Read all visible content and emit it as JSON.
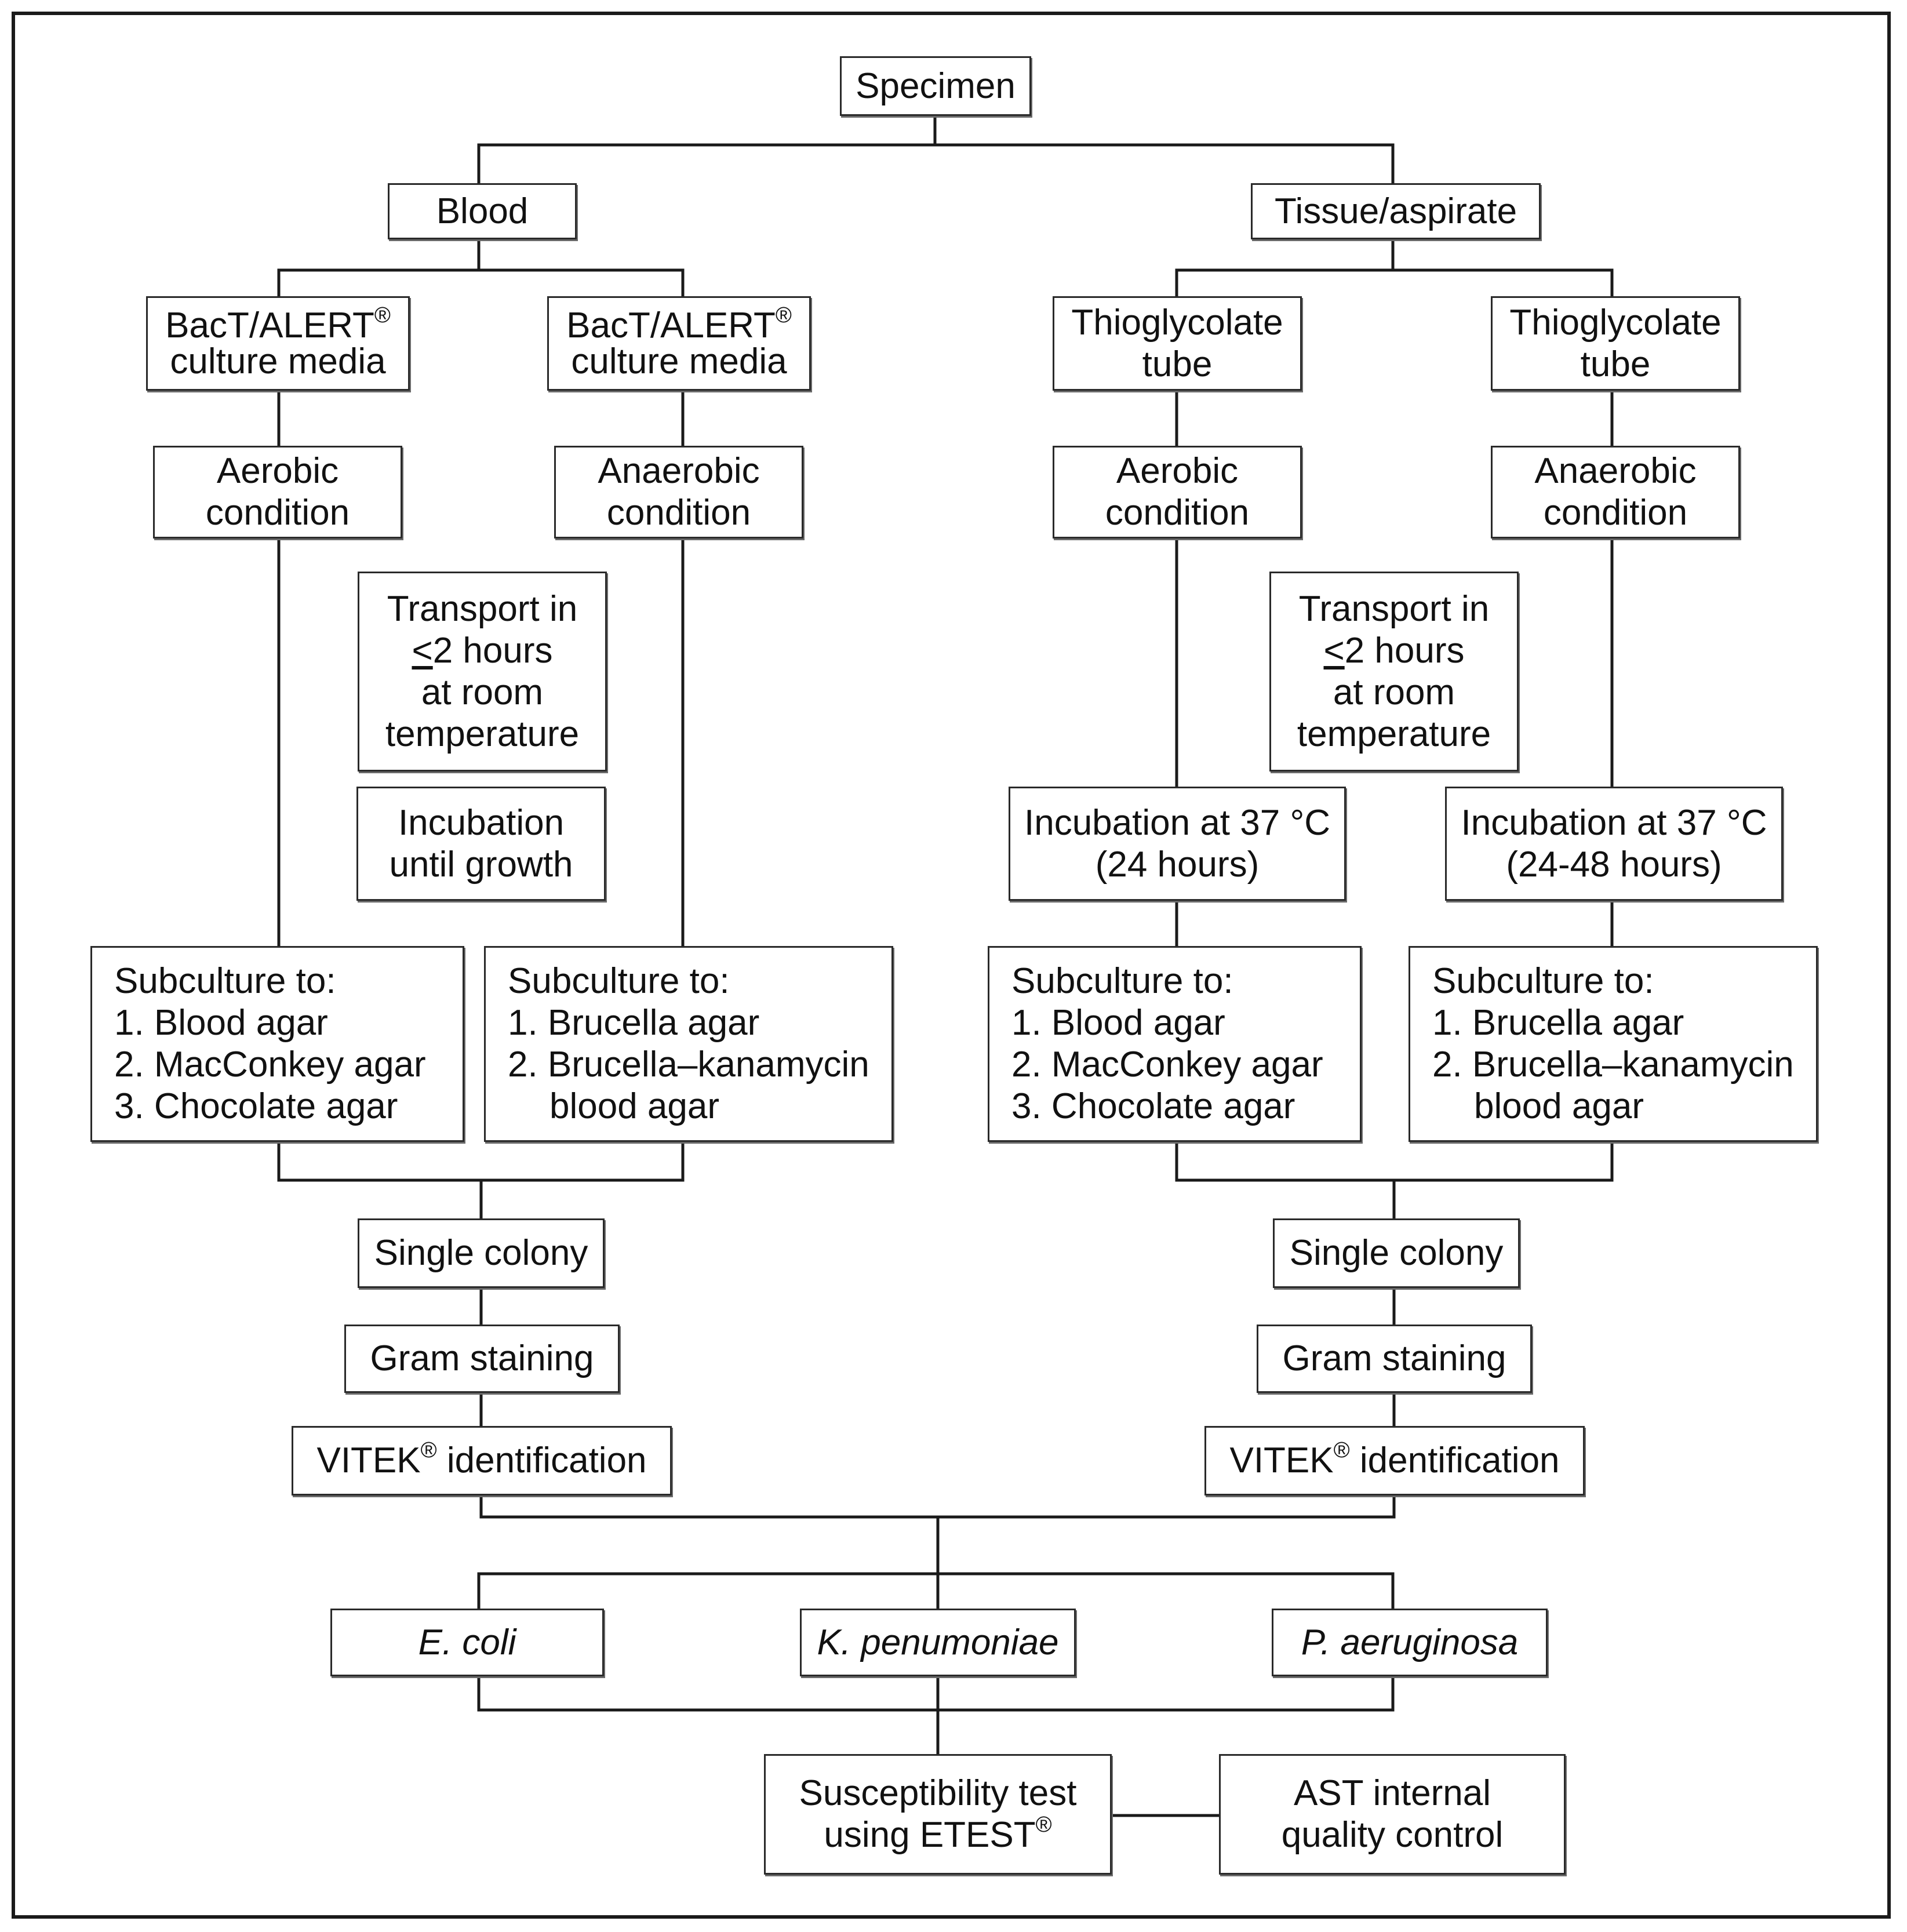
{
  "specimen": "Specimen",
  "blood": {
    "label": "Blood",
    "bact_aerobic": {
      "line1": "BacT/ALERT",
      "reg": "®",
      "line2": "culture media"
    },
    "bact_anaerobic": {
      "line1": "BacT/ALERT",
      "reg": "®",
      "line2": "culture media"
    },
    "aerobic": {
      "line1": "Aerobic",
      "line2": "condition"
    },
    "anaerobic": {
      "line1": "Anaerobic",
      "line2": "condition"
    },
    "transport": {
      "line1": "Transport in",
      "line2_sym": "<",
      "line2_rest": "2 hours",
      "line3": "at room",
      "line4": "temperature"
    },
    "incubation": {
      "line1": "Incubation",
      "line2": "until growth"
    },
    "subculture_aerobic": {
      "header": "Subculture to:",
      "item1": "1. Blood agar",
      "item2": "2. MacConkey agar",
      "item3": "3. Chocolate agar"
    },
    "subculture_anaerobic": {
      "header": "Subculture to:",
      "item1": "1. Brucella agar",
      "item2": "2. Brucella–kanamycin",
      "item2_cont": "blood agar"
    },
    "single_colony": "Single colony",
    "gram": "Gram staining",
    "vitek": {
      "name": "VITEK",
      "reg": "®",
      "rest": " identification"
    }
  },
  "tissue": {
    "label": "Tissue/aspirate",
    "thio_aerobic": {
      "line1": "Thioglycolate",
      "line2": "tube"
    },
    "thio_anaerobic": {
      "line1": "Thioglycolate",
      "line2": "tube"
    },
    "aerobic": {
      "line1": "Aerobic",
      "line2": "condition"
    },
    "anaerobic": {
      "line1": "Anaerobic",
      "line2": "condition"
    },
    "transport": {
      "line1": "Transport in",
      "line2_sym": "<",
      "line2_rest": "2 hours",
      "line3": "at room",
      "line4": "temperature"
    },
    "incubation_aerobic": {
      "line1": "Incubation at 37 °C",
      "line2": "(24 hours)"
    },
    "incubation_anaerobic": {
      "line1": "Incubation at 37 °C",
      "line2": "(24-48 hours)"
    },
    "subculture_aerobic": {
      "header": "Subculture to:",
      "item1": "1. Blood agar",
      "item2": "2. MacConkey agar",
      "item3": "3. Chocolate agar"
    },
    "subculture_anaerobic": {
      "header": "Subculture to:",
      "item1": "1. Brucella agar",
      "item2": "2. Brucella–kanamycin",
      "item2_cont": "blood agar"
    },
    "single_colony": "Single colony",
    "gram": "Gram staining",
    "vitek": {
      "name": "VITEK",
      "reg": "®",
      "rest": " identification"
    }
  },
  "organisms": {
    "ecoli": "E. coli",
    "kpneumoniae": "K. penumoniae",
    "paeruginosa": "P. aeruginosa"
  },
  "susceptibility": {
    "line1": "Susceptibility test",
    "line2": "using ETEST",
    "reg": "®"
  },
  "ast_qc": {
    "line1": "AST internal",
    "line2": "quality control"
  },
  "colors": {
    "line": "#1a1a1a",
    "box_border": "#2a2a2a",
    "background": "#ffffff"
  }
}
